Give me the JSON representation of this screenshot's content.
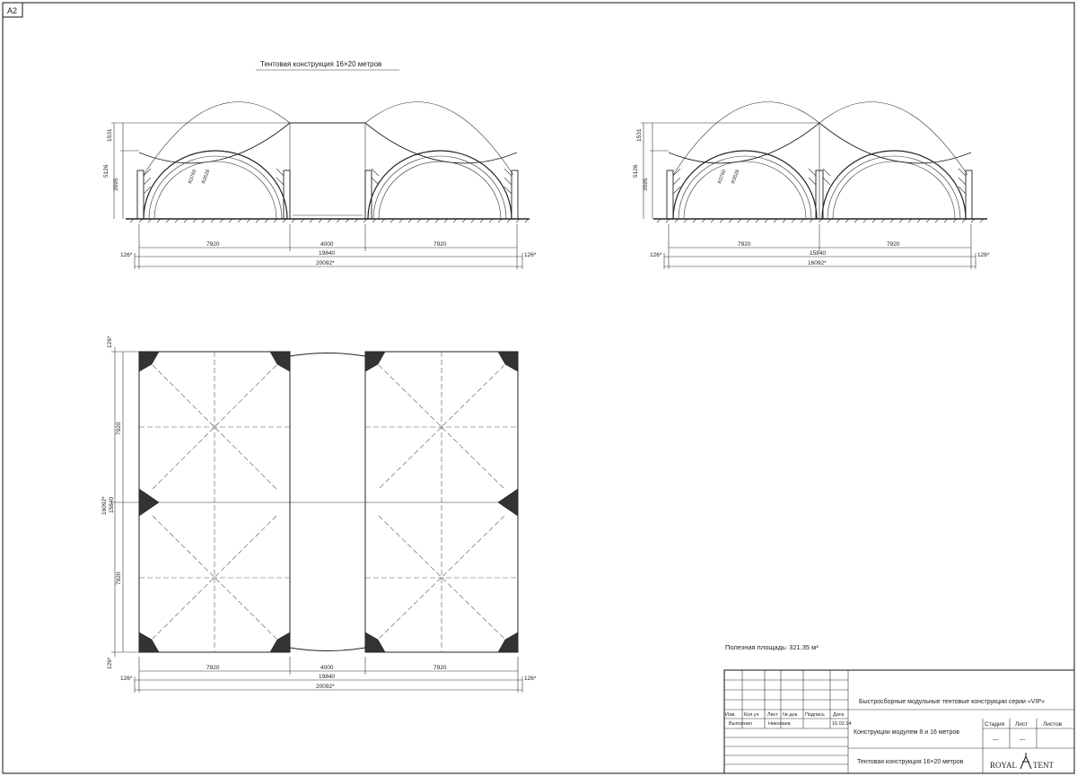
{
  "sheet": {
    "format": "A2",
    "title": "Тентовая конструкция 16×20 метров",
    "area_note": "Полезная площадь: 321.35 м²"
  },
  "elevation_left": {
    "heights": [
      "1531",
      "5126",
      "3595"
    ],
    "radii": [
      "R3760",
      "R3528"
    ],
    "dims_row1": [
      "7920",
      "4000",
      "7920"
    ],
    "dims_row2": [
      "126*",
      "19840",
      "126*"
    ],
    "dims_row3": [
      "20092*"
    ]
  },
  "elevation_right": {
    "heights": [
      "1531",
      "5126",
      "3595"
    ],
    "radii": [
      "R3760",
      "R3528"
    ],
    "dims_row1": [
      "7920",
      "7920"
    ],
    "dims_row2": [
      "126*",
      "15840",
      "126*"
    ],
    "dims_row3": [
      "16092*"
    ]
  },
  "plan": {
    "vertical_dims": [
      "126*",
      "7920",
      "16092*",
      "15840",
      "7920",
      "126*"
    ],
    "dims_row1": [
      "7920",
      "4000",
      "7920"
    ],
    "dims_row2": [
      "126*",
      "19840",
      "126*"
    ],
    "dims_row3": [
      "20092*"
    ]
  },
  "title_block": {
    "header_cols": [
      "Изм.",
      "Кол.уч",
      "Лист",
      "№ док.",
      "Подпись",
      "Дата"
    ],
    "role": "Выполнил",
    "name": "Николаев",
    "date": "16.02.14",
    "project_title": "Быстросборные модульные тентовые конструкции серии «VIP»",
    "doc_title": "Конструкции модулем 8 и 16 метров",
    "stage_label": "Стадия",
    "sheet_label": "Лист",
    "sheets_label": "Листов",
    "stage_value": "—",
    "sheet_value": "—",
    "drawing_name": "Тентовая конструкция 16×20 метров",
    "logo_left": "ROYAL",
    "logo_right": "TENT"
  }
}
